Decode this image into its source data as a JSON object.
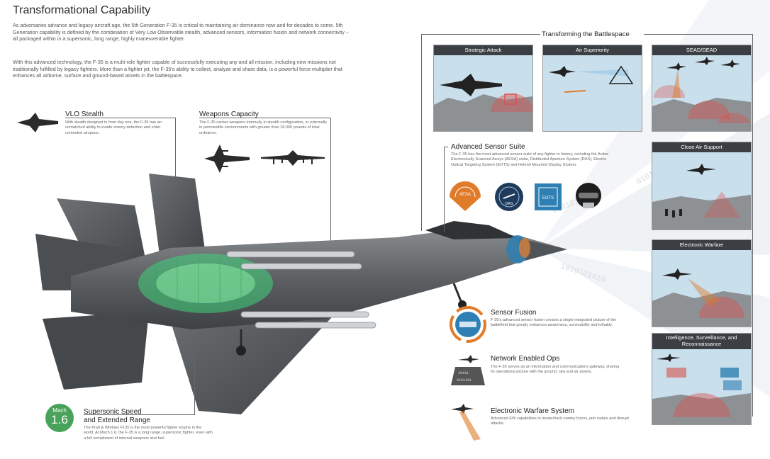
{
  "page": {
    "title": "Transformational Capability",
    "intro_p1": "As adversaries advance and legacy aircraft age, the 5th Generation F-35 is critical to maintaining air dominance now and for decades to come. 5th Generation capability is defined by the combination of Very Low Observable stealth, advanced sensors, information fusion and network connectivity – all packaged within in a supersonic, long range, highly maneuverable fighter.",
    "intro_p2": "With this advanced technology, the F-35 is a multi-role fighter capable of successfully executing any and all mission, including new missions not traditionally fulfilled by legacy fighters. More than a fighter jet, the F-35's ability to collect, analyze and share data, is a powerful force multiplier that enhances all airborne, surface and ground-based assets in the battlespace."
  },
  "features": {
    "vlo": {
      "title": "VLO Stealth",
      "text": "With stealth designed in from day one, the F-35 has an unmatched ability to evade enemy detection and enter contested airspace."
    },
    "weapons": {
      "title": "Weapons Capacity",
      "text": "The F-35 carries weapons internally in stealth configuration, or externally in permissible environments with greater than 18,000 pounds of total ordnance."
    },
    "supersonic": {
      "title_line1": "Supersonic Speed",
      "title_line2": "and Extended Range",
      "text": "The Pratt & Whitney F135 is the most powerful fighter engine in the world. At Mach 1.6, the F-35 is a long range, supersonic fighter, even with a full compliment of internal weapons and fuel.",
      "mach_label": "Mach",
      "mach_value": "1.6"
    },
    "sensor_suite": {
      "title": "Advanced Sensor Suite",
      "text": "The F-35 has the most advanced sensor suite of any fighter in history, including the Active Electronically Scanned Arrays (AESA) radar, Distributed Aperture System (DAS), Electro Optical Targeting System (EOTS) and Helmet Mounted Display System.",
      "badge_aesa": "AESA",
      "badge_das": "DAS",
      "badge_eots": "EOTS"
    },
    "sensor_fusion": {
      "title": "Sensor Fusion",
      "text": "F-35's advanced sensor fusion creates a single integrated picture of the battlefield that greatly enhances awareness, survivability and lethality."
    },
    "network": {
      "title": "Network Enabled Ops",
      "text": "The F-35 serves as an information and communications gateway, sharing its operational picture with the ground, sea and air assets."
    },
    "ew_system": {
      "title": "Electronic Warfare System",
      "text": "Advanced EW capabilities to locate/track enemy forces, jam radars and disrupt attacks."
    }
  },
  "battlespace": {
    "title": "Transforming the Battlespace",
    "panels": [
      "Strategic Attack",
      "Air Superiority",
      "SEAD/DEAD",
      "Close Air Support",
      "Electronic Warfare",
      "Intelligence, Surveillance, and Reconnaissance"
    ]
  },
  "colors": {
    "accent_blue": "#2e7fb3",
    "green": "#49a25a",
    "orange": "#e07b2a",
    "panel_head": "#3b3f44",
    "red_dome": "#d9534f"
  }
}
